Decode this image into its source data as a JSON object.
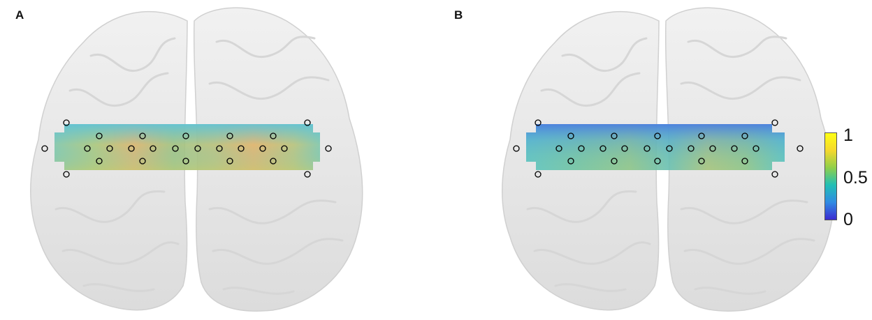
{
  "panels": [
    {
      "label": "A",
      "overlay": "warm"
    },
    {
      "label": "B",
      "overlay": "cool"
    }
  ],
  "colorbar": {
    "ticks": [
      "1",
      "0.5",
      "0"
    ],
    "range": [
      0,
      1
    ],
    "colors": [
      "#3b2bd1",
      "#2f8be3",
      "#22bfb5",
      "#8fcf4a",
      "#f5d82d",
      "#ffff14"
    ]
  },
  "colors": {
    "brain_fill": "#e9e9e9",
    "brain_shadow": "#cfcfcf",
    "electrode_stroke": "#000000"
  }
}
